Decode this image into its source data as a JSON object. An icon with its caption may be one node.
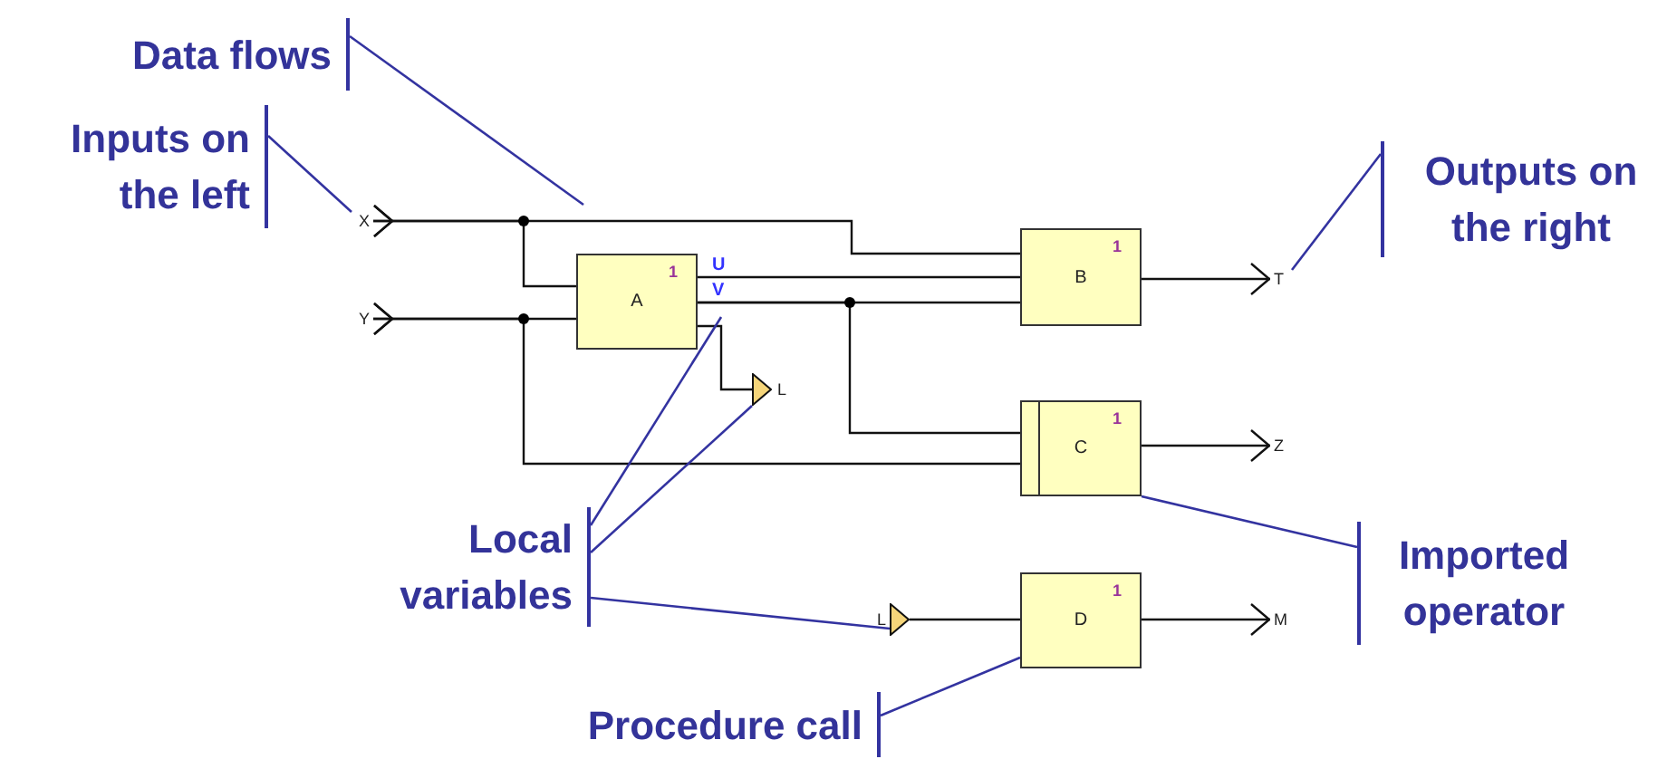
{
  "diagram": {
    "nodes": [
      {
        "text": [
          "Data flows"
        ]
      },
      {
        "text": [
          "Inputs on the left"
        ]
      },
      {
        "text": [
          "Outputs on the right"
        ]
      },
      {
        "text": [
          "Local variables"
        ]
      },
      {
        "text": [
          "Imported operator"
        ]
      },
      {
        "text": [
          "Procedure call"
        ]
      },
      {
        "text": [
          "X"
        ]
      },
      {
        "text": [
          "Y"
        ]
      },
      {
        "text": [
          "A",
          "1"
        ]
      },
      {
        "text": [
          "B",
          "1"
        ]
      },
      {
        "text": [
          "C",
          "1"
        ]
      },
      {
        "text": [
          "D",
          "1"
        ]
      },
      {
        "text": [],
        "shape": "triangle",
        "beside": [
          "L"
        ]
      },
      {
        "text": [],
        "shape": "triangle",
        "beside": [
          "L"
        ]
      },
      {
        "text": [
          "T"
        ]
      },
      {
        "text": [
          "Z"
        ]
      },
      {
        "text": [
          "M"
        ]
      }
    ],
    "edges": [
      {
        "from": 6,
        "to": 8,
        "arrow": "other"
      },
      {
        "from": 6,
        "to": 9,
        "arrow": "other"
      },
      {
        "from": 7,
        "to": 8,
        "arrow": "other"
      },
      {
        "from": 7,
        "to": 10,
        "arrow": "other"
      },
      {
        "from": 8,
        "to": 9,
        "arrow": "none",
        "label": "U"
      },
      {
        "from": 8,
        "to": 9,
        "arrow": "none",
        "label": "V"
      },
      {
        "from": 8,
        "to": 10,
        "arrow": "none"
      },
      {
        "from": 8,
        "to": 12,
        "arrow": "none"
      },
      {
        "from": 13,
        "to": 11,
        "arrow": "none"
      },
      {
        "from": 9,
        "to": 14,
        "arrow": "to"
      },
      {
        "from": 10,
        "to": 15,
        "arrow": "to"
      },
      {
        "from": 11,
        "to": 16,
        "arrow": "to"
      },
      {
        "from": 0,
        "to": null,
        "arrow": "none",
        "color": "#3333a0"
      },
      {
        "from": 1,
        "to": 6,
        "arrow": "none",
        "color": "#3333a0"
      },
      {
        "from": 2,
        "to": 14,
        "arrow": "none",
        "color": "#3333a0"
      },
      {
        "from": 3,
        "to": null,
        "arrow": "none",
        "color": "#3333a0"
      },
      {
        "from": 3,
        "to": 12,
        "arrow": "none",
        "color": "#3333a0"
      },
      {
        "from": 3,
        "to": 13,
        "arrow": "none",
        "color": "#3333a0"
      },
      {
        "from": 4,
        "to": 10,
        "arrow": "none",
        "color": "#3333a0"
      },
      {
        "from": 5,
        "to": 11,
        "arrow": "none",
        "color": "#3333a0"
      }
    ]
  }
}
